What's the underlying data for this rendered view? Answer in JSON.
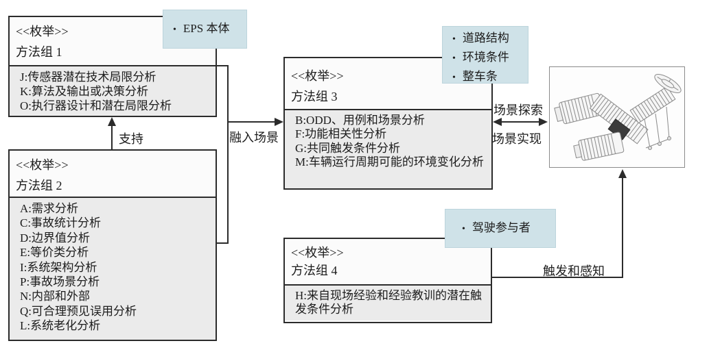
{
  "icons": {
    "bullet": "•"
  },
  "colors": {
    "note_bg": "#cfe2e8",
    "box_header_bg": "#fbfbfb",
    "box_items_bg": "#ebebeb",
    "line": "#2b2b2b"
  },
  "boxes": {
    "group1": {
      "stereotype": "<<枚举>>",
      "title": "方法组 1",
      "items": [
        "J:传感器潜在技术局限分析",
        "K:算法及输出或决策分析",
        "O:执行器设计和潜在局限分析"
      ]
    },
    "group2": {
      "stereotype": "<<枚举>>",
      "title": "方法组 2",
      "items": [
        "A:需求分析",
        "C:事故统计分析",
        "D:边界值分析",
        "E:等价类分析",
        "I:系统架构分析",
        "P:事故场景分析",
        "N:内部和外部",
        "Q:可合理预见误用分析",
        "L:系统老化分析"
      ]
    },
    "group3": {
      "stereotype": "<<枚举>>",
      "title": "方法组 3",
      "items": [
        "B:ODD、用例和场景分析",
        "F:功能相关性分析",
        "G:共同触发条件分析",
        "M:车辆运行周期可能的环境变化分析"
      ]
    },
    "group4": {
      "stereotype": "<<枚举>>",
      "title": "方法组 4",
      "items": [
        "H:来自现场经验和经验教训的潜在触发条件分析"
      ]
    }
  },
  "notes": {
    "eps": {
      "items": [
        "EPS 本体"
      ]
    },
    "road": {
      "items": [
        "道路结构",
        "环境条件",
        "整车条"
      ]
    },
    "driver": {
      "items": [
        "驾驶参与者"
      ]
    }
  },
  "labels": {
    "support": "支持",
    "merge_into_scenario": "融入场景",
    "scenario_explore": "场景探索",
    "scenario_realize": "场景实现",
    "trigger_and_perceive": "触发和感知"
  }
}
